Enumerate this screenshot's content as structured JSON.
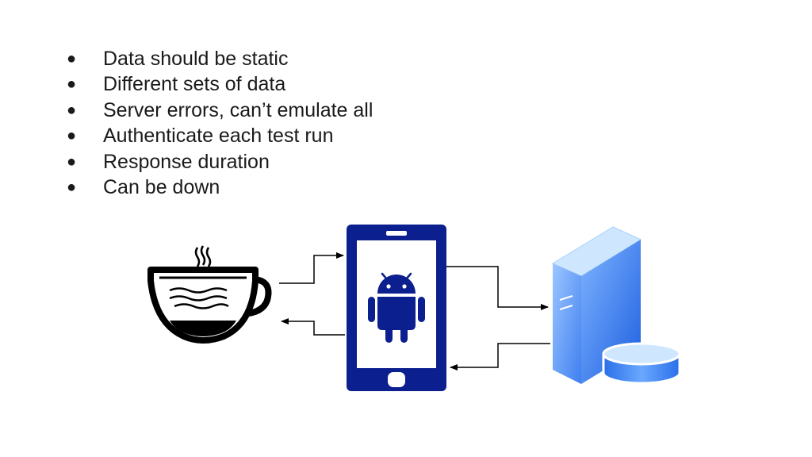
{
  "bullets": [
    "Data should be static",
    "Different sets of data",
    "Server errors, can’t emulate all",
    "Authenticate each test run",
    "Response duration",
    "Can be down"
  ],
  "bullet_symbol": "●",
  "diagram": {
    "nodes": [
      {
        "name": "coffee-cup-icon"
      },
      {
        "name": "android-phone-icon"
      },
      {
        "name": "server-database-icon"
      }
    ],
    "colors": {
      "phone": "#0b1f8e",
      "server_light": "#cfe6ff",
      "server_mid": "#6aa5ff",
      "server_dark": "#1e63e0",
      "lines": "#000000"
    }
  }
}
